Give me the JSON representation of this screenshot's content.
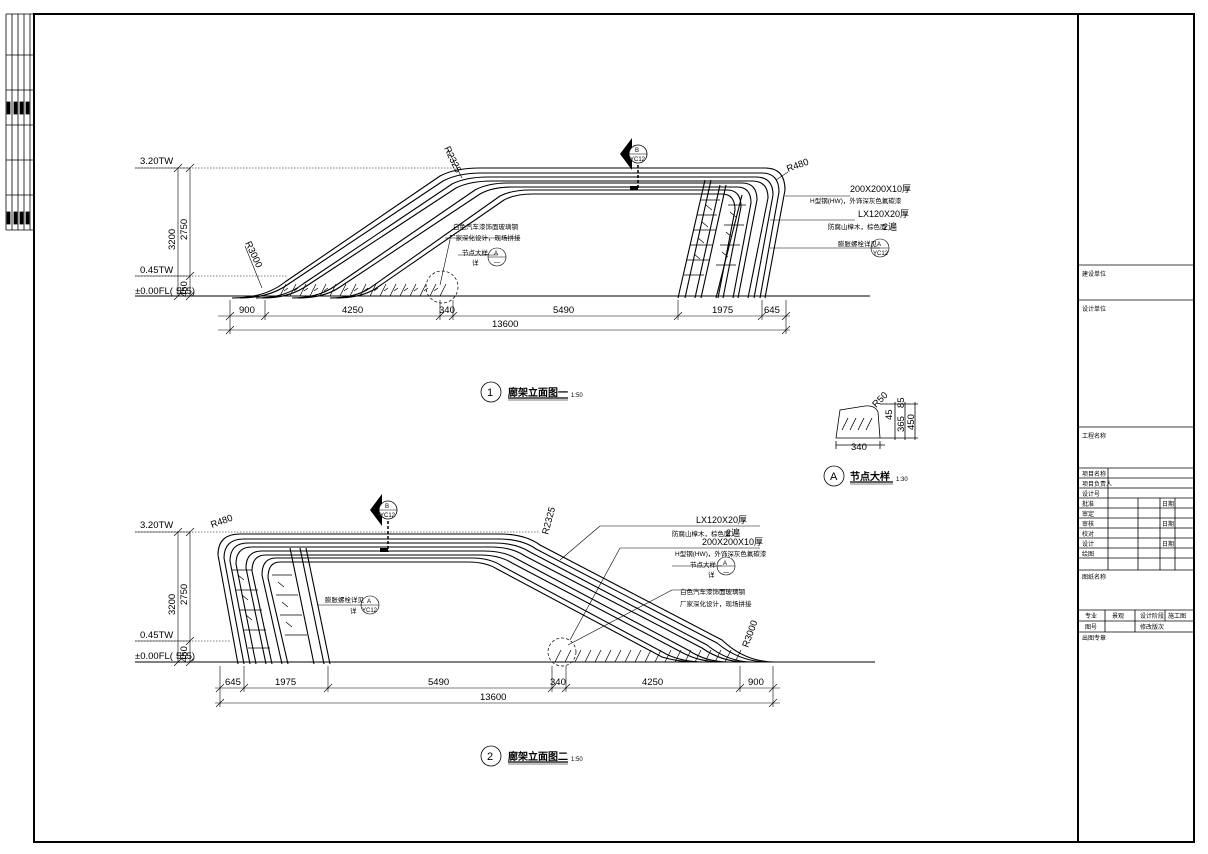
{
  "elev1": {
    "title_no": "1",
    "title": "廊架立面图一",
    "scale": "1:50",
    "levels": [
      "3.20TW",
      "0.45TW",
      "±0.00FL(",
      "555)"
    ],
    "vdims": [
      "3200",
      "2750",
      "450"
    ],
    "radii": [
      "R2325",
      "R480",
      "R3000"
    ],
    "dims": [
      "900",
      "4250",
      "340",
      "5490",
      "1975",
      "645"
    ],
    "total": "13600",
    "notes": {
      "steel": "200X200X10厚",
      "steel_desc": "H型钢(HW)，外饰深灰色氟碳漆",
      "wood": "LX120X20厚",
      "wood_desc": "防腐山樟木，棕色面",
      "wood_qty": "2遍",
      "bolt": "膨胀螺栓详见",
      "paint": "白色汽车漆饰面玻璃钢",
      "paint2": "厂家深化设计，现场拼接",
      "node": "节点大样",
      "node_ref": "详"
    },
    "markers": {
      "b_letter": "B",
      "b_sheet": "YC12",
      "a_letter": "A",
      "a_sheet": "YC12",
      "a_dash": "—"
    }
  },
  "elev2": {
    "title_no": "2",
    "title": "廊架立面图二",
    "scale": "1:50",
    "levels": [
      "3.20TW",
      "0.45TW",
      "±0.00FL(",
      "555)"
    ],
    "vdims": [
      "3200",
      "2750",
      "450"
    ],
    "radii": [
      "R480",
      "R2325",
      "R3000"
    ],
    "dims": [
      "645",
      "1975",
      "5490",
      "340",
      "4250",
      "900"
    ],
    "total": "13600",
    "notes": {
      "wood": "LX120X20厚",
      "wood_desc": "防腐山樟木，棕色面",
      "wood_qty": "2遍",
      "steel": "200X200X10厚",
      "steel_desc": "H型钢(HW)，外饰深灰色氟碳漆",
      "node": "节点大样",
      "node_ref": "详",
      "bolt": "膨胀螺栓详见",
      "bolt_ref": "详",
      "paint": "白色汽车漆饰面玻璃钢",
      "paint2": "厂家深化设计，现场拼接"
    },
    "markers": {
      "b_letter": "B",
      "b_sheet": "YC12",
      "a_letter": "A",
      "a_sheet": "YC12",
      "a_dash": "—"
    }
  },
  "detail": {
    "title_no": "A",
    "title": "节点大样",
    "scale": "1:30",
    "dims": [
      "340",
      "R50",
      "45",
      "85",
      "365",
      "450"
    ]
  },
  "titleblock": {
    "build_unit": "建设单位",
    "design_unit": "设计单位",
    "project_name": "工程名称",
    "rows": [
      "项目名称",
      "项目负责人",
      "设计号",
      "批准",
      "审定",
      "审核",
      "校对",
      "设计",
      "绘图"
    ],
    "date_label": "日期",
    "drawing_name": "图纸名称",
    "major_label": "专业",
    "major_value": "景观",
    "stage_label": "设计阶段",
    "stage_value": "施工图",
    "no_label": "图号",
    "version_label": "修改版次",
    "issue_label": "出图专章"
  }
}
